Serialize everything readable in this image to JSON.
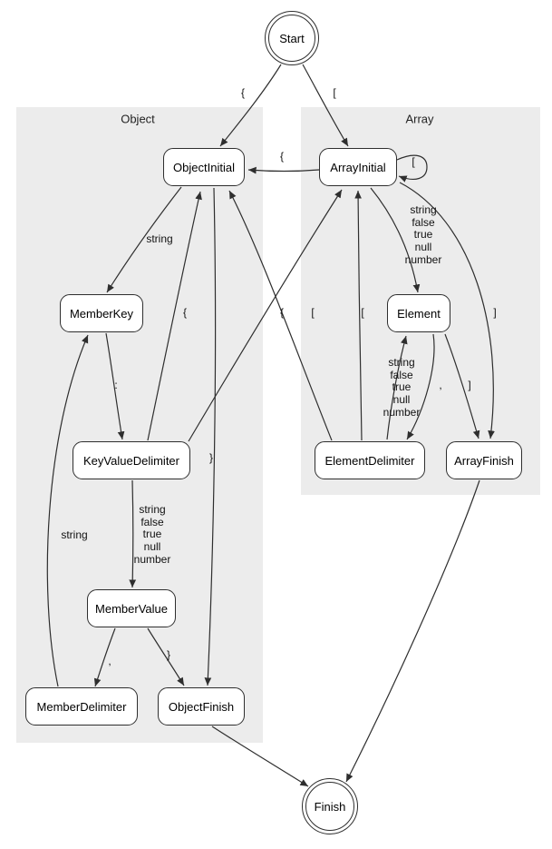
{
  "diagram": {
    "type": "state-machine",
    "background_color": "#ffffff",
    "cluster_fill_color": "#ececec",
    "line_color": "#2e2e2e",
    "clusters": {
      "object": {
        "label": "Object"
      },
      "array": {
        "label": "Array"
      }
    },
    "nodes": {
      "start": {
        "label": "Start",
        "shape": "double-circle"
      },
      "objectInitial": {
        "label": "ObjectInitial",
        "shape": "rounded-rect",
        "cluster": "Object"
      },
      "arrayInitial": {
        "label": "ArrayInitial",
        "shape": "rounded-rect",
        "cluster": "Array"
      },
      "memberKey": {
        "label": "MemberKey",
        "shape": "rounded-rect",
        "cluster": "Object"
      },
      "element": {
        "label": "Element",
        "shape": "rounded-rect",
        "cluster": "Array"
      },
      "keyValueDelimiter": {
        "label": "KeyValueDelimiter",
        "shape": "rounded-rect",
        "cluster": "Object"
      },
      "elementDelimiter": {
        "label": "ElementDelimiter",
        "shape": "rounded-rect",
        "cluster": "Array"
      },
      "arrayFinish": {
        "label": "ArrayFinish",
        "shape": "rounded-rect",
        "cluster": "Array"
      },
      "memberValue": {
        "label": "MemberValue",
        "shape": "rounded-rect",
        "cluster": "Object"
      },
      "memberDelimiter": {
        "label": "MemberDelimiter",
        "shape": "rounded-rect",
        "cluster": "Object"
      },
      "objectFinish": {
        "label": "ObjectFinish",
        "shape": "rounded-rect",
        "cluster": "Object"
      },
      "finish": {
        "label": "Finish",
        "shape": "double-circle"
      }
    },
    "edges": {
      "start_to_objectInitial": {
        "from": "Start",
        "to": "ObjectInitial",
        "label": "{"
      },
      "start_to_arrayInitial": {
        "from": "Start",
        "to": "ArrayInitial",
        "label": "["
      },
      "arrayInitial_to_objectInitial": {
        "from": "ArrayInitial",
        "to": "ObjectInitial",
        "label": "{"
      },
      "arrayInitial_self": {
        "from": "ArrayInitial",
        "to": "ArrayInitial",
        "label": "["
      },
      "arrayInitial_to_element": {
        "from": "ArrayInitial",
        "to": "Element",
        "label": "string\nfalse\ntrue\nnull\nnumber"
      },
      "arrayInitial_to_arrayFinish": {
        "from": "ArrayInitial",
        "to": "ArrayFinish",
        "label": "]"
      },
      "element_to_elementDelimiter": {
        "from": "Element",
        "to": "ElementDelimiter",
        "label": ","
      },
      "element_to_arrayFinish": {
        "from": "Element",
        "to": "ArrayFinish",
        "label": "]"
      },
      "elementDelimiter_to_element": {
        "from": "ElementDelimiter",
        "to": "Element",
        "label": "string\nfalse\ntrue\nnull\nnumber"
      },
      "elementDelimiter_to_objectInitial": {
        "from": "ElementDelimiter",
        "to": "ObjectInitial",
        "label": "{"
      },
      "elementDelimiter_to_arrayInitial": {
        "from": "ElementDelimiter",
        "to": "ArrayInitial",
        "label": "["
      },
      "objectInitial_to_memberKey": {
        "from": "ObjectInitial",
        "to": "MemberKey",
        "label": "string"
      },
      "memberKey_to_keyValueDelimiter": {
        "from": "MemberKey",
        "to": "KeyValueDelimiter",
        "label": ":"
      },
      "keyValueDelimiter_to_memberValue": {
        "from": "KeyValueDelimiter",
        "to": "MemberValue",
        "label": "string\nfalse\ntrue\nnull\nnumber"
      },
      "keyValueDelimiter_to_objectInitial": {
        "from": "KeyValueDelimiter",
        "to": "ObjectInitial",
        "label": "{"
      },
      "keyValueDelimiter_to_arrayInitial": {
        "from": "KeyValueDelimiter",
        "to": "ArrayInitial",
        "label": "["
      },
      "memberValue_to_memberDelimiter": {
        "from": "MemberValue",
        "to": "MemberDelimiter",
        "label": ","
      },
      "memberValue_to_objectFinish": {
        "from": "MemberValue",
        "to": "ObjectFinish",
        "label": "}"
      },
      "memberDelimiter_to_memberKey": {
        "from": "MemberDelimiter",
        "to": "MemberKey",
        "label": "string"
      },
      "objectInitial_to_objectFinish": {
        "from": "ObjectInitial",
        "to": "ObjectFinish",
        "label": "}"
      },
      "objectFinish_to_finish": {
        "from": "ObjectFinish",
        "to": "Finish",
        "label": ""
      },
      "arrayFinish_to_finish": {
        "from": "ArrayFinish",
        "to": "Finish",
        "label": ""
      }
    }
  }
}
